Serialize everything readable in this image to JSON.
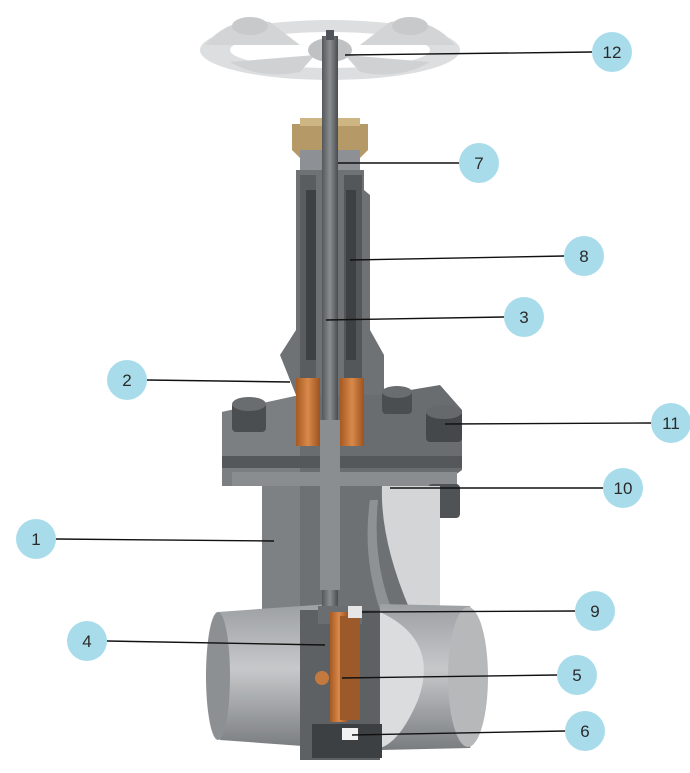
{
  "callouts": [
    {
      "id": "callout-1",
      "label": "1"
    },
    {
      "id": "callout-2",
      "label": "2"
    },
    {
      "id": "callout-3",
      "label": "3"
    },
    {
      "id": "callout-4",
      "label": "4"
    },
    {
      "id": "callout-5",
      "label": "5"
    },
    {
      "id": "callout-6",
      "label": "6"
    },
    {
      "id": "callout-7",
      "label": "7"
    },
    {
      "id": "callout-8",
      "label": "8"
    },
    {
      "id": "callout-9",
      "label": "9"
    },
    {
      "id": "callout-10",
      "label": "10"
    },
    {
      "id": "callout-11",
      "label": "11"
    },
    {
      "id": "callout-12",
      "label": "12"
    }
  ],
  "colors": {
    "badge": "#a9dceb",
    "badge_text": "#2a2a2a",
    "leader": "#111111",
    "steel_dark": "#4a4c4e",
    "steel_mid": "#6d7073",
    "steel_light": "#a4a7aa",
    "steel_pale": "#c9cbcd",
    "handwheel": "#d6d8da",
    "bronze": "#c9773a",
    "brass": "#b79a62"
  }
}
